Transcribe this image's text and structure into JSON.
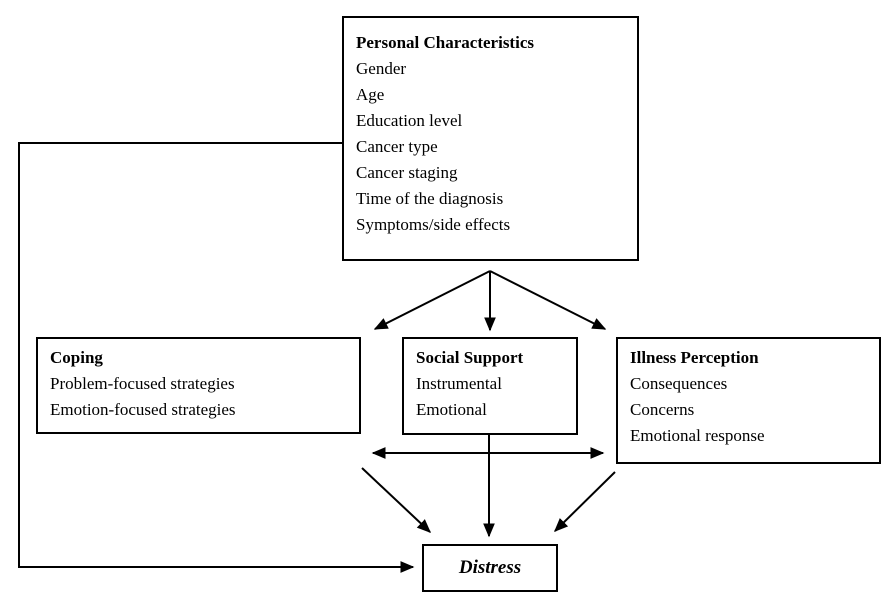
{
  "diagram": {
    "colors": {
      "line": "#000000",
      "background": "#ffffff",
      "text": "#000000"
    },
    "boxes": {
      "personal": {
        "title": "Personal Characteristics",
        "items": [
          "Gender",
          "Age",
          "Education level",
          "Cancer type",
          "Cancer staging",
          "Time of the diagnosis",
          "Symptoms/side effects"
        ]
      },
      "coping": {
        "title": "Coping",
        "items": [
          "Problem-focused strategies",
          "Emotion-focused strategies"
        ]
      },
      "social_support": {
        "title": "Social Support",
        "items": [
          "Instrumental",
          "Emotional"
        ]
      },
      "illness_perception": {
        "title": "Illness Perception",
        "items": [
          "Consequences",
          "Concerns",
          "Emotional response"
        ]
      },
      "distress": {
        "title": "Distress"
      }
    }
  }
}
